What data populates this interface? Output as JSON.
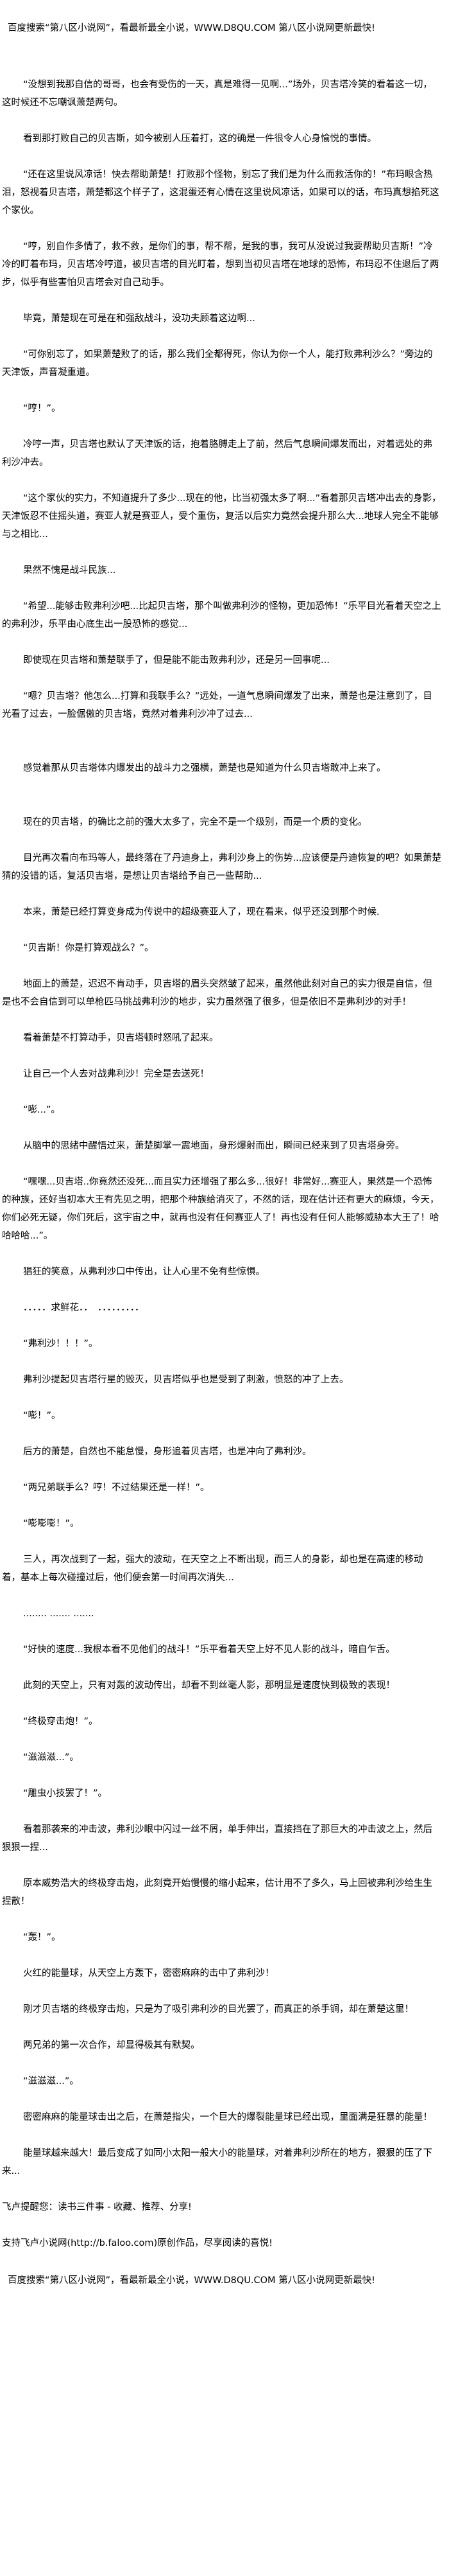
{
  "header_banner": "百度搜索“第八区小说网”，看最新最全小说，WWW.D8QU.COM   第八区小说网更新最快!",
  "paragraphs": [
    "“没想到我那自信的哥哥，也会有受伤的一天，真是难得一见啊...”场外，贝吉塔冷笑的看着这一切，这时候还不忘嘲讽萧楚两句。",
    "看到那打败自己的贝吉斯，如今被别人压着打，这的确是一件很令人心身愉悦的事情。",
    "“还在这里说风凉话！快去帮助萧楚！打败那个怪物，别忘了我们是为什么而救活你的！”布玛眼含热泪，怒视着贝吉塔，萧楚都这个样子了，这混蛋还有心情在这里说风凉话，如果可以的话，布玛真想掐死这个家伙。",
    "“哼，别自作多情了，救不救，是你们的事，帮不帮，是我的事，我可从没说过我要帮助贝吉斯！”冷冷的盯着布玛，贝吉塔冷哼道，被贝吉塔的目光盯着，想到当初贝吉塔在地球的恐怖，布玛忍不住退后了两步，似乎有些害怕贝吉塔会对自己动手。",
    "毕竟，萧楚现在可是在和强敌战斗，没功夫顾着这边啊...",
    "“可你别忘了，如果萧楚败了的话，那么我们全都得死，你认为你一个人，能打败弗利沙么？”旁边的天津饭，声音凝重道。",
    "“哼！”。",
    "冷哼一声，贝吉塔也默认了天津饭的话，抱着胳膊走上了前，然后气息瞬间爆发而出，对着远处的弗利沙冲去。",
    "“这个家伙的实力，不知道提升了多少...现在的他，比当初强太多了啊...”看着那贝吉塔冲出去的身影，天津饭忍不住摇头道，赛亚人就是赛亚人，受个重伤，复活以后实力竟然会提升那么大...地球人完全不能够与之相比...",
    "果然不愧是战斗民族...",
    "“希望...能够击败弗利沙吧...比起贝吉塔，那个叫做弗利沙的怪物，更加恐怖！”乐平目光看着天空之上的弗利沙，乐平由心底生出一股恐怖的感觉...",
    "即使现在贝吉塔和萧楚联手了，但是能不能击败弗利沙，还是另一回事呢...",
    "“嗯？贝吉塔？他怎么...打算和我联手么？”远处，一道气息瞬间爆发了出来，萧楚也是注意到了，目光看了过去，一脸倨傲的贝吉塔，竟然对着弗利沙冲了过去...",
    "感觉着那从贝吉塔体内爆发出的战斗力之强横，萧楚也是知道为什么贝吉塔敢冲上来了。",
    "现在的贝吉塔，的确比之前的强大太多了，完全不是一个级别，而是一个质的变化。",
    "目光再次看向布玛等人，最终落在了丹迪身上，弗利沙身上的伤势...应该便是丹迪恢复的吧？如果萧楚猜的没错的话，复活贝吉塔，是想让贝吉塔给予自己一些帮助...",
    "本来，萧楚已经打算变身成为传说中的超级赛亚人了，现在看来，似乎还没到那个时候.",
    "“贝吉斯！你是打算观战么？”。",
    "地面上的萧楚，迟迟不肯动手，贝吉塔的眉头突然皱了起来，虽然他此刻对自己的实力很是自信，但是也不会自信到可以单枪匹马挑战弗利沙的地步，实力虽然强了很多，但是依旧不是弗利沙的对手！",
    "看着萧楚不打算动手，贝吉塔顿时怒吼了起来。",
    "让自己一个人去对战弗利沙！完全是去送死！",
    "“嘭...”。",
    "从脑中的思绪中醒悟过来，萧楚脚掌一震地面，身形爆射而出，瞬间已经来到了贝吉塔身旁。",
    "“嘿嘿...贝吉塔..你竟然还没死...而且实力还增强了那么多...很好！非常好...赛亚人，果然是一个恐怖的种族，还好当初本大王有先见之明，把那个种族给消灭了，不然的话，现在估计还有更大的麻烦，今天，你们必死无疑，你们死后，这宇宙之中，就再也没有任何赛亚人了！再也没有任何人能够威胁本大王了！哈哈哈哈...”。",
    "猖狂的笑意，从弗利沙口中传出，让人心里不免有些惊惧。",
    "．．．．．求鲜花．．　．．．．．．．．．",
    "“弗利沙！！！”。",
    "弗利沙提起贝吉塔行星的毁灭，贝吉塔似乎也是受到了刺激，愤怒的冲了上去。",
    "“嘭！”。",
    "后方的萧楚，自然也不能怠慢，身形追着贝吉塔，也是冲向了弗利沙。",
    "“两兄弟联手么？哼！不过结果还是一样！”。",
    "“嘭嘭嘭！”。",
    "三人，再次战到了一起，强大的波动，在天空之上不断出现，而三人的身影，却也是在高速的移动着，基本上每次碰撞过后，他们便会第一时间再次消失...",
    "........ ....... .......",
    "“好快的速度...我根本看不见他们的战斗！”乐平看着天空上好不见人影的战斗，暗自乍舌。",
    "此刻的天空上，只有对轰的波动传出，却看不到丝毫人影，那明显是速度快到极致的表现！",
    "“终极穿击炮！”。",
    "“滋滋滋...”。",
    "“雕虫小技罢了！”。",
    "看着那袭来的冲击波，弗利沙眼中闪过一丝不屑，单手伸出，直接挡在了那巨大的冲击波之上，然后狠狠一捏...",
    "原本威势浩大的终极穿击炮，此刻竟开始慢慢的缩小起来，估计用不了多久，马上回被弗利沙给生生捏散！",
    "“轰！”。",
    "火红的能量球，从天空上方轰下，密密麻麻的击中了弗利沙！",
    "刚才贝吉塔的终极穿击炮，只是为了吸引弗利沙的目光罢了，而真正的杀手锏，却在萧楚这里！",
    "两兄弟的第一次合作，却显得极其有默契。",
    "“滋滋滋...”。",
    "密密麻麻的能量球击出之后，在萧楚指尖，一个巨大的爆裂能量球已经出现，里面满是狂暴的能量！",
    "能量球越来越大！最后变成了如同小太阳一般大小的能量球，对着弗利沙所在的地方，狠狠的压了下来..."
  ],
  "footer": {
    "reminder": "飞卢提醒您：读书三件事 - 收藏、推荐、分享!",
    "support": "支持飞卢小说网(http://b.faloo.com)原创作品，尽享阅读的喜悦!",
    "bottom_banner": "百度搜索“第八区小说网”，看最新最全小说，WWW.D8QU.COM   第八区小说网更新最快!"
  }
}
